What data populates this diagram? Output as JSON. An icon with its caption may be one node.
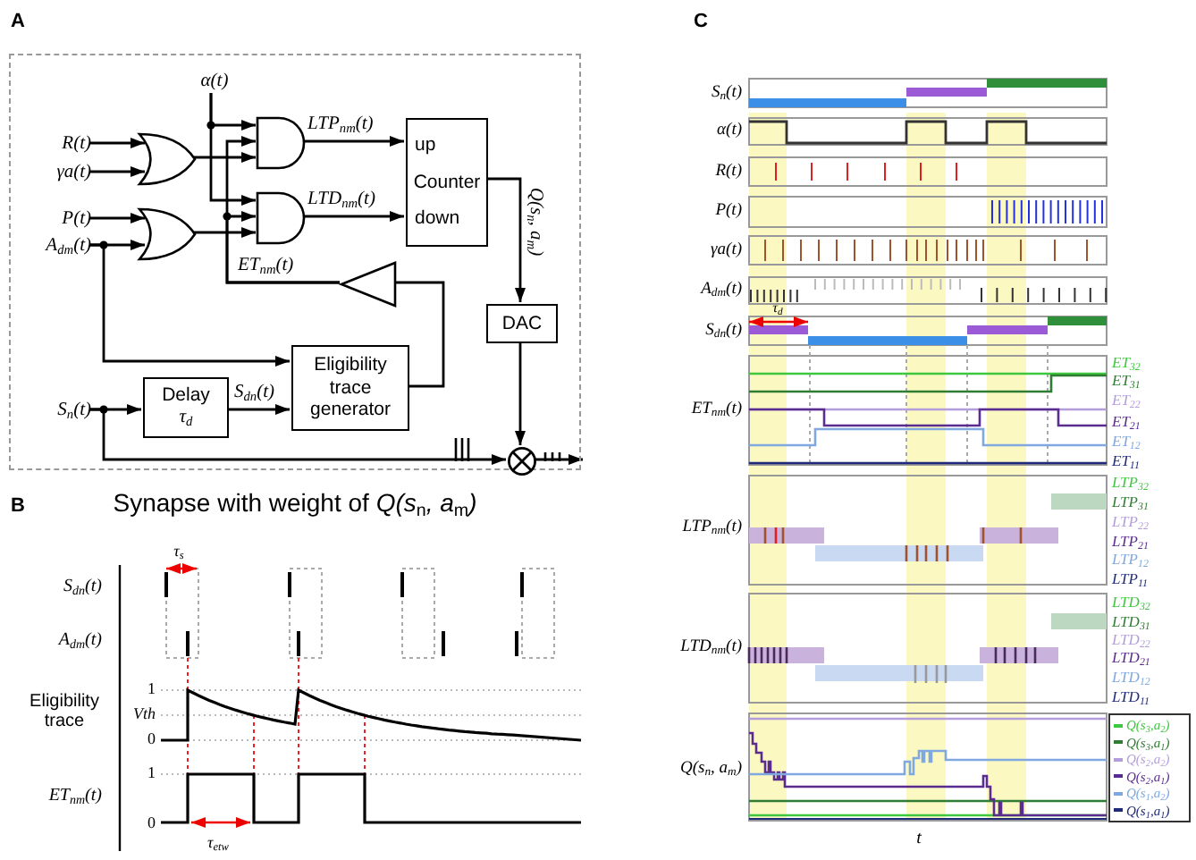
{
  "diagram": {
    "nodes": [
      {
        "text": [
          "Synapse with weight of *Q(s*$_{n}$*, a*$_{m}$*)*"
        ]
      },
      {
        "text": [
          "α(t)"
        ],
        "in": 0
      },
      {
        "text": [
          "R(t)"
        ],
        "in": 0
      },
      {
        "text": [
          "γa(t)"
        ],
        "in": 0
      },
      {
        "text": [
          "P(t)"
        ],
        "in": 0
      },
      {
        "text": [
          "A$_{dm}$(t)"
        ],
        "in": 0
      },
      {
        "text": [
          "S$_{n}$(t)"
        ],
        "in": 0
      },
      {
        "text": [],
        "shape": "gate",
        "in": 0
      },
      {
        "text": [],
        "shape": "gate",
        "in": 0
      },
      {
        "text": [],
        "shape": "gate",
        "in": 0
      },
      {
        "text": [],
        "shape": "gate",
        "in": 0
      },
      {
        "text": [
          "up",
          "Counter",
          "down"
        ],
        "in": 0
      },
      {
        "text": [],
        "shape": "triangle",
        "in": 0
      },
      {
        "text": [
          "DAC"
        ],
        "in": 0
      },
      {
        "text": [
          "Eligibility trace generator"
        ],
        "in": 0
      },
      {
        "text": [
          "Delay",
          "τ$_{d}$"
        ],
        "in": 0
      },
      {
        "text": [],
        "shape": "circle",
        "in": 0
      }
    ],
    "edges": [
      {
        "from": 2,
        "to": 7,
        "arrow": "to"
      },
      {
        "from": 3,
        "to": 7,
        "arrow": "to"
      },
      {
        "from": 4,
        "to": 8,
        "arrow": "to"
      },
      {
        "from": 5,
        "to": 8,
        "arrow": "to"
      },
      {
        "from": 5,
        "to": 14,
        "arrow": "to"
      },
      {
        "from": 1,
        "to": 9,
        "arrow": "to"
      },
      {
        "from": 1,
        "to": 10,
        "arrow": "to"
      },
      {
        "from": 7,
        "to": 9,
        "arrow": "to"
      },
      {
        "from": 8,
        "to": 10,
        "arrow": "to"
      },
      {
        "from": 12,
        "to": 9,
        "arrow": "to",
        "label": "ET$_{nm}$(t)"
      },
      {
        "from": 12,
        "to": 10,
        "arrow": "to"
      },
      {
        "from": 9,
        "to": 11,
        "arrow": "to",
        "label": "LTP$_{nm}$(t)"
      },
      {
        "from": 10,
        "to": 11,
        "arrow": "to",
        "label": "LTD$_{nm}$(t)"
      },
      {
        "from": 11,
        "to": 13,
        "arrow": "to",
        "label": "Q(s$_{n}$, a$_{m}$)"
      },
      {
        "from": 13,
        "to": 16,
        "arrow": "to"
      },
      {
        "from": 14,
        "to": 12,
        "arrow": "none"
      },
      {
        "from": 6,
        "to": 15,
        "arrow": "to"
      },
      {
        "from": 6,
        "to": 16,
        "arrow": "to"
      },
      {
        "from": 15,
        "to": 14,
        "arrow": "to",
        "label": "S$_{dn}$(t)"
      },
      {
        "from": 16,
        "to": null,
        "arrow": "to"
      }
    ],
    "labels": [
      "A",
      "B",
      "τ$_{s}$",
      "S$_{dn}$(t)",
      "A$_{dm}$(t)",
      "1",
      "Vth",
      "0",
      "Eligibility trace",
      "1",
      "ET$_{nm}$(t)",
      "0",
      "τ$_{etw}$",
      "C",
      "S$_{n}$(t)",
      "α(t)",
      "R(t)",
      "P(t)",
      "γa(t)",
      "A$_{dm}$(t)",
      "τ$_{d}$",
      "S$_{dn}$(t)",
      "ET$_{nm}$(t)",
      "ET$_{32}$",
      "ET$_{31}$",
      "ET$_{22}$",
      "ET$_{21}$",
      "ET$_{12}$",
      "ET$_{11}$",
      "LTP$_{nm}$(t)",
      "LTP$_{32}$",
      "LTP$_{31}$",
      "LTP$_{22}$",
      "LTP$_{21}$",
      "LTP$_{12}$",
      "LTP$_{11}$",
      "LTD$_{nm}$(t)",
      "LTD$_{32}$",
      "LTD$_{31}$",
      "LTD$_{22}$",
      "LTD$_{21}$",
      "LTD$_{12}$",
      "LTD$_{11}$",
      "Q(s$_{n}$, a$_{m}$)",
      "t"
    ],
    "legend": [
      {
        "text": "Q(s$_{3}$,a$_{2}$)",
        "color": "#3fc83f"
      },
      {
        "text": "Q(s$_{3}$,a$_{1}$)",
        "color": "#2e7d32"
      },
      {
        "text": "Q(s$_{2}$,a$_{2}$)",
        "color": "#b39ddb"
      },
      {
        "text": "Q(s$_{2}$,a$_{1}$)",
        "color": "#5b2c8f"
      },
      {
        "text": "Q(s$_{1}$,a$_{2}$)",
        "color": "#7fa8e0"
      },
      {
        "text": "Q(s$_{1}$,a$_{1}$)",
        "color": "#1f2a7a"
      }
    ]
  }
}
